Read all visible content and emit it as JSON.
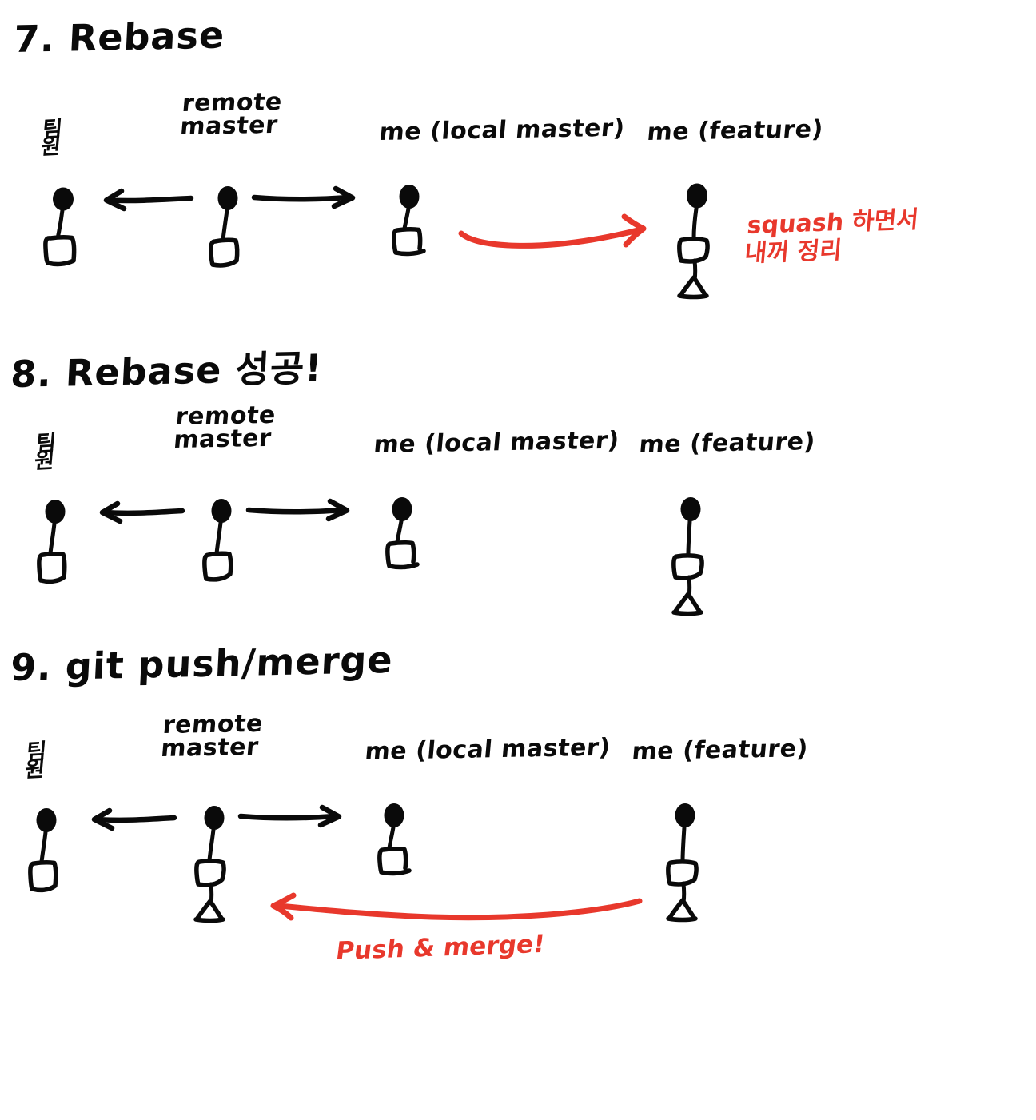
{
  "page": {
    "background": "#ffffff",
    "ink_color": "#0a0a0a",
    "accent_color": "#e8382c",
    "medium": "hand-drawn whiteboard sketch"
  },
  "sections": [
    {
      "id": "section-7",
      "title": "7. Rebase",
      "columns": [
        {
          "key": "teammate",
          "label": "팀원",
          "label_lines": "팀\n원"
        },
        {
          "key": "remote_master",
          "label": "remote master",
          "label_lines": "remote\nmaster"
        },
        {
          "key": "local_master",
          "label": "me (local master)",
          "label_lines": "me (local master)"
        },
        {
          "key": "feature",
          "label": "me (feature)",
          "label_lines": "me (feature)"
        }
      ],
      "annotation": {
        "text": "squash 하면서\n내꺼 정리",
        "color": "#e8382c",
        "arrow": "curved red arrow pointing right from local master to feature"
      }
    },
    {
      "id": "section-8",
      "title": "8. Rebase 성공!",
      "columns": [
        {
          "key": "teammate",
          "label": "팀원",
          "label_lines": "팀\n원"
        },
        {
          "key": "remote_master",
          "label": "remote master",
          "label_lines": "remote\nmaster"
        },
        {
          "key": "local_master",
          "label": "me (local master)",
          "label_lines": "me (local master)"
        },
        {
          "key": "feature",
          "label": "me (feature)",
          "label_lines": "me (feature)"
        }
      ],
      "annotation": null
    },
    {
      "id": "section-9",
      "title": "9. git push/merge",
      "columns": [
        {
          "key": "teammate",
          "label": "팀원",
          "label_lines": "팀\n원"
        },
        {
          "key": "remote_master",
          "label": "remote master",
          "label_lines": "remote\nmaster"
        },
        {
          "key": "local_master",
          "label": "me (local master)",
          "label_lines": "me (local master)"
        },
        {
          "key": "feature",
          "label": "me (feature)",
          "label_lines": "me (feature)"
        }
      ],
      "annotation": {
        "text": "Push & merge!",
        "color": "#e8382c",
        "arrow": "curved red arrow pointing left from feature to remote master"
      }
    }
  ],
  "chart_data": {
    "type": "diagram",
    "title": "Git rebase / push-merge workflow (steps 7-9)",
    "node_shapes": [
      "dot",
      "square",
      "triangle"
    ],
    "branch_columns": [
      "팀원",
      "remote master",
      "me (local master)",
      "me (feature)"
    ],
    "rows": [
      {
        "step": "7. Rebase",
        "nodes": {
          "팀원": [
            "dot",
            "square"
          ],
          "remote master": [
            "dot",
            "square"
          ],
          "me (local master)": [
            "dot",
            "square"
          ],
          "me (feature)": [
            "dot",
            "square",
            "triangle"
          ]
        },
        "black_arrows": [
          "remote master -> 팀원 (left)",
          "remote master -> me (local master) (right)"
        ],
        "red_arrow": "me (local master) -> me (feature)",
        "red_text": "squash 하면서 내꺼 정리"
      },
      {
        "step": "8. Rebase 성공!",
        "nodes": {
          "팀원": [
            "dot",
            "square"
          ],
          "remote master": [
            "dot",
            "square"
          ],
          "me (local master)": [
            "dot",
            "square"
          ],
          "me (feature)": [
            "dot",
            "square",
            "triangle"
          ]
        },
        "black_arrows": [
          "remote master -> 팀원 (left)",
          "remote master -> me (local master) (right)"
        ],
        "red_arrow": null,
        "red_text": null
      },
      {
        "step": "9. git push/merge",
        "nodes": {
          "팀원": [
            "dot",
            "square"
          ],
          "remote master": [
            "dot",
            "square",
            "triangle"
          ],
          "me (local master)": [
            "dot",
            "square"
          ],
          "me (feature)": [
            "dot",
            "square",
            "triangle"
          ]
        },
        "black_arrows": [
          "remote master -> 팀원 (left)",
          "remote master -> me (local master) (right)"
        ],
        "red_arrow": "me (feature) -> remote master",
        "red_text": "Push & merge!"
      }
    ]
  }
}
